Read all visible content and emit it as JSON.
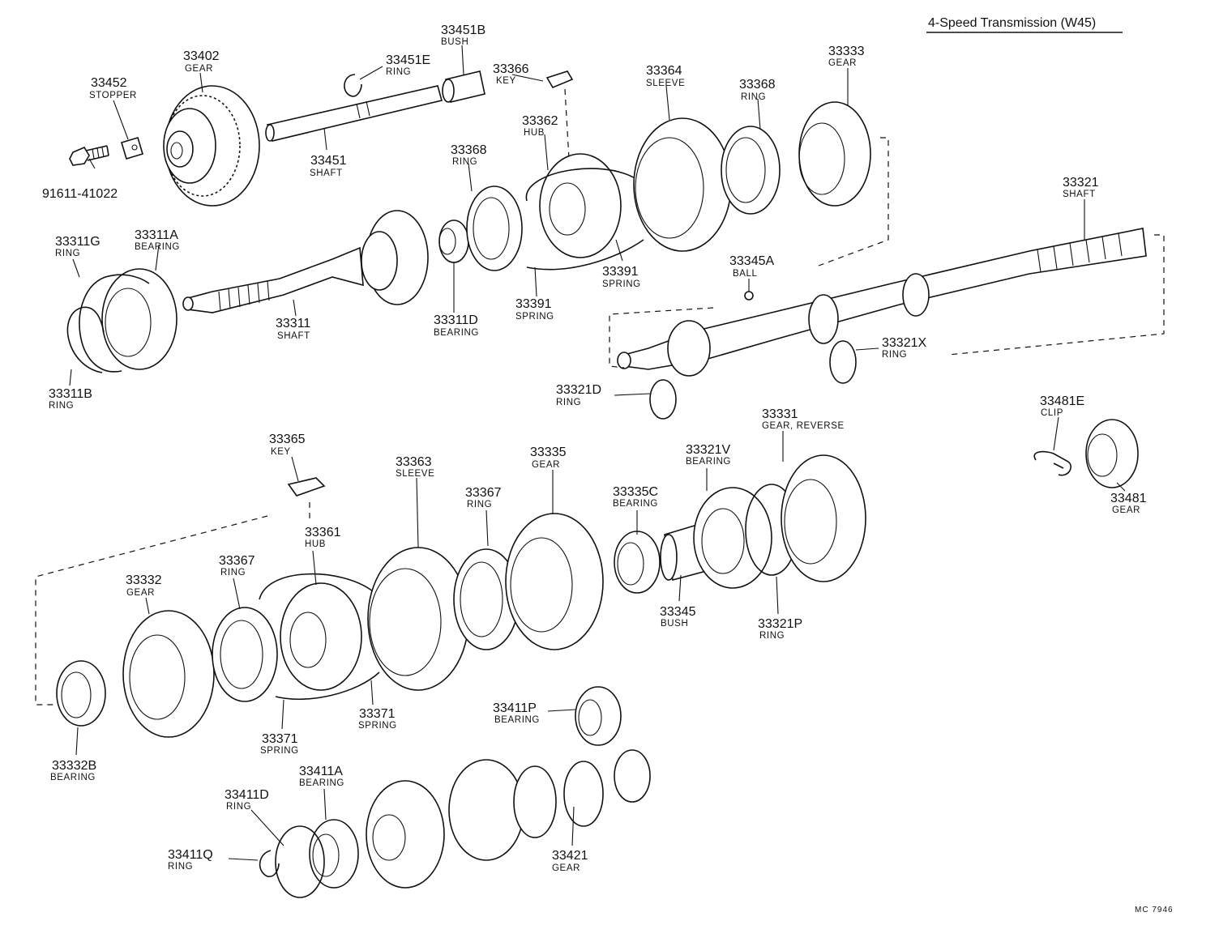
{
  "title": "4-Speed Transmission (W45)",
  "code": "MC 7946",
  "parts": [
    {
      "id": "p91611",
      "number": "91611-41022",
      "name": ""
    },
    {
      "id": "p33452",
      "number": "33452",
      "name": "STOPPER"
    },
    {
      "id": "p33402",
      "number": "33402",
      "name": "GEAR"
    },
    {
      "id": "p33451E",
      "number": "33451E",
      "name": "RING"
    },
    {
      "id": "p33451B",
      "number": "33451B",
      "name": "BUSH"
    },
    {
      "id": "p33451",
      "number": "33451",
      "name": "SHAFT"
    },
    {
      "id": "p33366",
      "number": "33366",
      "name": "KEY"
    },
    {
      "id": "p33362",
      "number": "33362",
      "name": "HUB"
    },
    {
      "id": "p33364",
      "number": "33364",
      "name": "SLEEVE"
    },
    {
      "id": "p33368a",
      "number": "33368",
      "name": "RING"
    },
    {
      "id": "p33368b",
      "number": "33368",
      "name": "RING"
    },
    {
      "id": "p33333",
      "number": "33333",
      "name": "GEAR"
    },
    {
      "id": "p33321",
      "number": "33321",
      "name": "SHAFT"
    },
    {
      "id": "p33311G",
      "number": "33311G",
      "name": "RING"
    },
    {
      "id": "p33311A",
      "number": "33311A",
      "name": "BEARING"
    },
    {
      "id": "p33311B",
      "number": "33311B",
      "name": "RING"
    },
    {
      "id": "p33311",
      "number": "33311",
      "name": "SHAFT"
    },
    {
      "id": "p33311D",
      "number": "33311D",
      "name": "BEARING"
    },
    {
      "id": "p33391a",
      "number": "33391",
      "name": "SPRING"
    },
    {
      "id": "p33391b",
      "number": "33391",
      "name": "SPRING"
    },
    {
      "id": "p33345A",
      "number": "33345A",
      "name": "BALL"
    },
    {
      "id": "p33321X",
      "number": "33321X",
      "name": "RING"
    },
    {
      "id": "p33321D",
      "number": "33321D",
      "name": "RING"
    },
    {
      "id": "p33481E",
      "number": "33481E",
      "name": "CLIP"
    },
    {
      "id": "p33481",
      "number": "33481",
      "name": "GEAR"
    },
    {
      "id": "p33365",
      "number": "33365",
      "name": "KEY"
    },
    {
      "id": "p33363",
      "number": "33363",
      "name": "SLEEVE"
    },
    {
      "id": "p33335",
      "number": "33335",
      "name": "GEAR"
    },
    {
      "id": "p33321V",
      "number": "33321V",
      "name": "BEARING"
    },
    {
      "id": "p33331",
      "number": "33331",
      "name": "GEAR, REVERSE"
    },
    {
      "id": "p33367a",
      "number": "33367",
      "name": "RING"
    },
    {
      "id": "p33335C",
      "number": "33335C",
      "name": "BEARING"
    },
    {
      "id": "p33361",
      "number": "33361",
      "name": "HUB"
    },
    {
      "id": "p33367b",
      "number": "33367",
      "name": "RING"
    },
    {
      "id": "p33332",
      "number": "33332",
      "name": "GEAR"
    },
    {
      "id": "p33345",
      "number": "33345",
      "name": "BUSH"
    },
    {
      "id": "p33321P",
      "number": "33321P",
      "name": "RING"
    },
    {
      "id": "p33371a",
      "number": "33371",
      "name": "SPRING"
    },
    {
      "id": "p33371b",
      "number": "33371",
      "name": "SPRING"
    },
    {
      "id": "p33411P",
      "number": "33411P",
      "name": "BEARING"
    },
    {
      "id": "p33332B",
      "number": "33332B",
      "name": "BEARING"
    },
    {
      "id": "p33411A",
      "number": "33411A",
      "name": "BEARING"
    },
    {
      "id": "p33411D",
      "number": "33411D",
      "name": "RING"
    },
    {
      "id": "p33411Q",
      "number": "33411Q",
      "name": "RING"
    },
    {
      "id": "p33421",
      "number": "33421",
      "name": "GEAR"
    }
  ]
}
